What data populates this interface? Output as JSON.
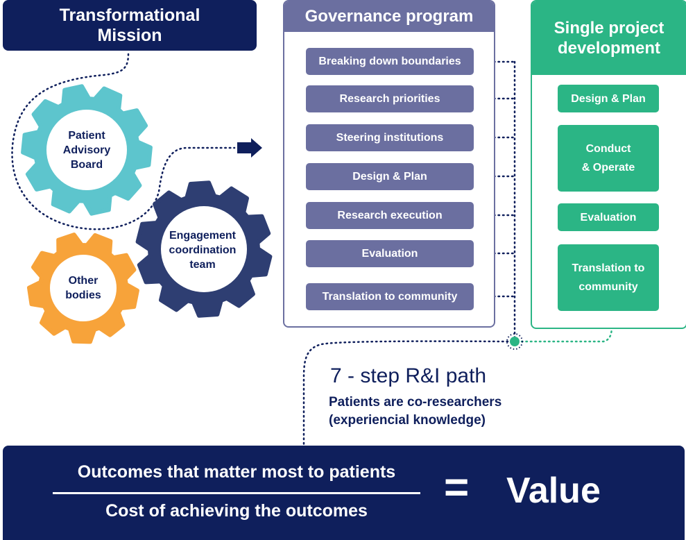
{
  "mission": {
    "title": "Transformational Mission"
  },
  "gears": {
    "patient_advisory": "Patient Advisory Board",
    "other_bodies": "Other bodies",
    "engagement": "Engagement coordination team"
  },
  "governance": {
    "title": "Governance program",
    "items": [
      "Breaking down boundaries",
      "Research priorities",
      "Steering institutions",
      "Design & Plan",
      "Research execution",
      "Evaluation",
      "Translation to community"
    ]
  },
  "single_project": {
    "title": "Single project development",
    "items": [
      "Design & Plan",
      "Conduct & Operate",
      "Evaluation",
      "Translation to community"
    ]
  },
  "path": {
    "title": "7 - step R&I path",
    "subtitle_line1": "Patients are co-researchers",
    "subtitle_line2": "(experiencial knowledge)"
  },
  "value_box": {
    "numerator": "Outcomes that matter most to patients",
    "denominator": "Cost of achieving the outcomes",
    "equals": "=",
    "value": "Value"
  },
  "colors": {
    "navy": "#0f1f5c",
    "governance": "#6b6fa0",
    "single_project": "#2bb585",
    "gear_teal": "#5dc5cd",
    "gear_orange": "#f7a33a",
    "gear_navy": "#2e3e72"
  }
}
